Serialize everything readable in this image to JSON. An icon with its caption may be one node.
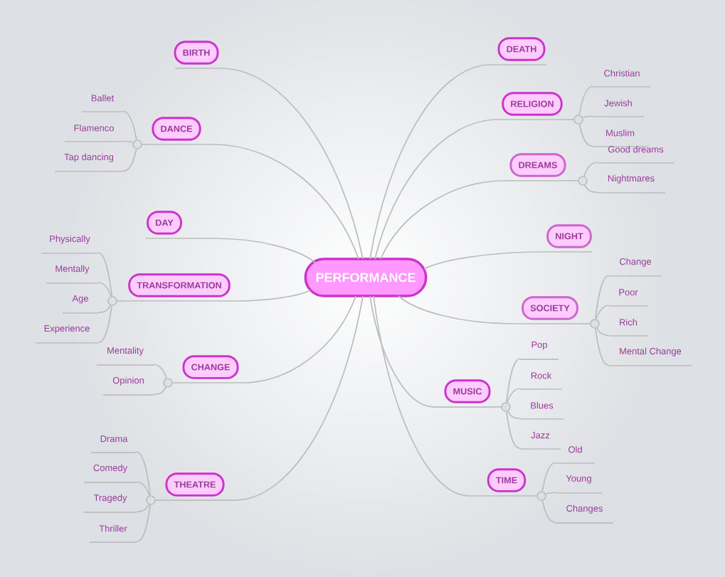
{
  "diagram": {
    "nodes": [
      {
        "text": [
          "PERFORMANCE"
        ]
      },
      {
        "text": [
          "BIRTH"
        ]
      },
      {
        "text": [
          "DANCE"
        ]
      },
      {
        "text": [],
        "shape": "circle"
      },
      {
        "text": [
          "Ballet"
        ]
      },
      {
        "text": [
          "Flamenco"
        ]
      },
      {
        "text": [
          "Tap dancing"
        ]
      },
      {
        "text": [
          "DAY"
        ]
      },
      {
        "text": [
          "TRANSFORMATION"
        ]
      },
      {
        "text": [],
        "shape": "circle"
      },
      {
        "text": [
          "Physically"
        ]
      },
      {
        "text": [
          "Mentally"
        ]
      },
      {
        "text": [
          "Age"
        ]
      },
      {
        "text": [
          "Experience"
        ]
      },
      {
        "text": [
          "CHANGE"
        ]
      },
      {
        "text": [],
        "shape": "circle"
      },
      {
        "text": [
          "Mentality"
        ]
      },
      {
        "text": [
          "Opinion"
        ]
      },
      {
        "text": [
          "THEATRE"
        ]
      },
      {
        "text": [],
        "shape": "circle"
      },
      {
        "text": [
          "Drama"
        ]
      },
      {
        "text": [
          "Comedy"
        ]
      },
      {
        "text": [
          "Tragedy"
        ]
      },
      {
        "text": [
          "Thriller"
        ]
      },
      {
        "text": [
          "DEATH"
        ]
      },
      {
        "text": [
          "RELIGION"
        ]
      },
      {
        "text": [],
        "shape": "circle"
      },
      {
        "text": [
          "Christian"
        ]
      },
      {
        "text": [
          "Jewish"
        ]
      },
      {
        "text": [
          "Muslim"
        ]
      },
      {
        "text": [
          "DREAMS"
        ]
      },
      {
        "text": [],
        "shape": "circle"
      },
      {
        "text": [
          "Good dreams"
        ]
      },
      {
        "text": [
          "Nightmares"
        ]
      },
      {
        "text": [
          "NIGHT"
        ]
      },
      {
        "text": [
          "SOCIETY"
        ]
      },
      {
        "text": [],
        "shape": "circle"
      },
      {
        "text": [
          "Change"
        ]
      },
      {
        "text": [
          "Poor"
        ]
      },
      {
        "text": [
          "Rich"
        ]
      },
      {
        "text": [
          "Mental Change"
        ]
      },
      {
        "text": [
          "MUSIC"
        ]
      },
      {
        "text": [],
        "shape": "circle"
      },
      {
        "text": [
          "Pop"
        ]
      },
      {
        "text": [
          "Rock"
        ]
      },
      {
        "text": [
          "Blues"
        ]
      },
      {
        "text": [
          "Jazz"
        ]
      },
      {
        "text": [
          "TIME"
        ]
      },
      {
        "text": [],
        "shape": "circle"
      },
      {
        "text": [
          "Old"
        ]
      },
      {
        "text": [
          "Young"
        ]
      },
      {
        "text": [
          "Changes"
        ]
      }
    ],
    "edges": [
      {
        "from": 0,
        "to": 1,
        "arrow": "none"
      },
      {
        "from": 0,
        "to": 2,
        "arrow": "none"
      },
      {
        "from": 0,
        "to": 7,
        "arrow": "none"
      },
      {
        "from": 0,
        "to": 8,
        "arrow": "none"
      },
      {
        "from": 0,
        "to": 14,
        "arrow": "none"
      },
      {
        "from": 0,
        "to": 18,
        "arrow": "none"
      },
      {
        "from": 0,
        "to": 24,
        "arrow": "none"
      },
      {
        "from": 0,
        "to": 25,
        "arrow": "none"
      },
      {
        "from": 0,
        "to": 30,
        "arrow": "none"
      },
      {
        "from": 0,
        "to": 34,
        "arrow": "none"
      },
      {
        "from": 0,
        "to": 35,
        "arrow": "none"
      },
      {
        "from": 0,
        "to": 41,
        "arrow": "none"
      },
      {
        "from": 0,
        "to": 47,
        "arrow": "none"
      },
      {
        "from": 2,
        "to": 3,
        "arrow": "none"
      },
      {
        "from": 3,
        "to": 4,
        "arrow": "none"
      },
      {
        "from": 3,
        "to": 5,
        "arrow": "none"
      },
      {
        "from": 3,
        "to": 6,
        "arrow": "none"
      },
      {
        "from": 8,
        "to": 9,
        "arrow": "none"
      },
      {
        "from": 9,
        "to": 10,
        "arrow": "none"
      },
      {
        "from": 9,
        "to": 11,
        "arrow": "none"
      },
      {
        "from": 9,
        "to": 12,
        "arrow": "none"
      },
      {
        "from": 9,
        "to": 13,
        "arrow": "none"
      },
      {
        "from": 14,
        "to": 15,
        "arrow": "none"
      },
      {
        "from": 15,
        "to": 16,
        "arrow": "none"
      },
      {
        "from": 15,
        "to": 17,
        "arrow": "none"
      },
      {
        "from": 18,
        "to": 19,
        "arrow": "none"
      },
      {
        "from": 19,
        "to": 20,
        "arrow": "none"
      },
      {
        "from": 19,
        "to": 21,
        "arrow": "none"
      },
      {
        "from": 19,
        "to": 22,
        "arrow": "none"
      },
      {
        "from": 19,
        "to": 23,
        "arrow": "none"
      },
      {
        "from": 25,
        "to": 26,
        "arrow": "none"
      },
      {
        "from": 26,
        "to": 27,
        "arrow": "none"
      },
      {
        "from": 26,
        "to": 28,
        "arrow": "none"
      },
      {
        "from": 26,
        "to": 29,
        "arrow": "none"
      },
      {
        "from": 30,
        "to": 31,
        "arrow": "none"
      },
      {
        "from": 31,
        "to": 32,
        "arrow": "none"
      },
      {
        "from": 31,
        "to": 33,
        "arrow": "none"
      },
      {
        "from": 35,
        "to": 36,
        "arrow": "none"
      },
      {
        "from": 36,
        "to": 37,
        "arrow": "none"
      },
      {
        "from": 36,
        "to": 38,
        "arrow": "none"
      },
      {
        "from": 36,
        "to": 39,
        "arrow": "none"
      },
      {
        "from": 36,
        "to": 40,
        "arrow": "none"
      },
      {
        "from": 41,
        "to": 42,
        "arrow": "none"
      },
      {
        "from": 42,
        "to": 43,
        "arrow": "none"
      },
      {
        "from": 42,
        "to": 44,
        "arrow": "none"
      },
      {
        "from": 42,
        "to": 45,
        "arrow": "none"
      },
      {
        "from": 42,
        "to": 46,
        "arrow": "none"
      },
      {
        "from": 47,
        "to": 48,
        "arrow": "none"
      },
      {
        "from": 48,
        "to": 49,
        "arrow": "none"
      },
      {
        "from": 48,
        "to": 50,
        "arrow": "none"
      },
      {
        "from": 48,
        "to": 51,
        "arrow": "none"
      }
    ]
  }
}
